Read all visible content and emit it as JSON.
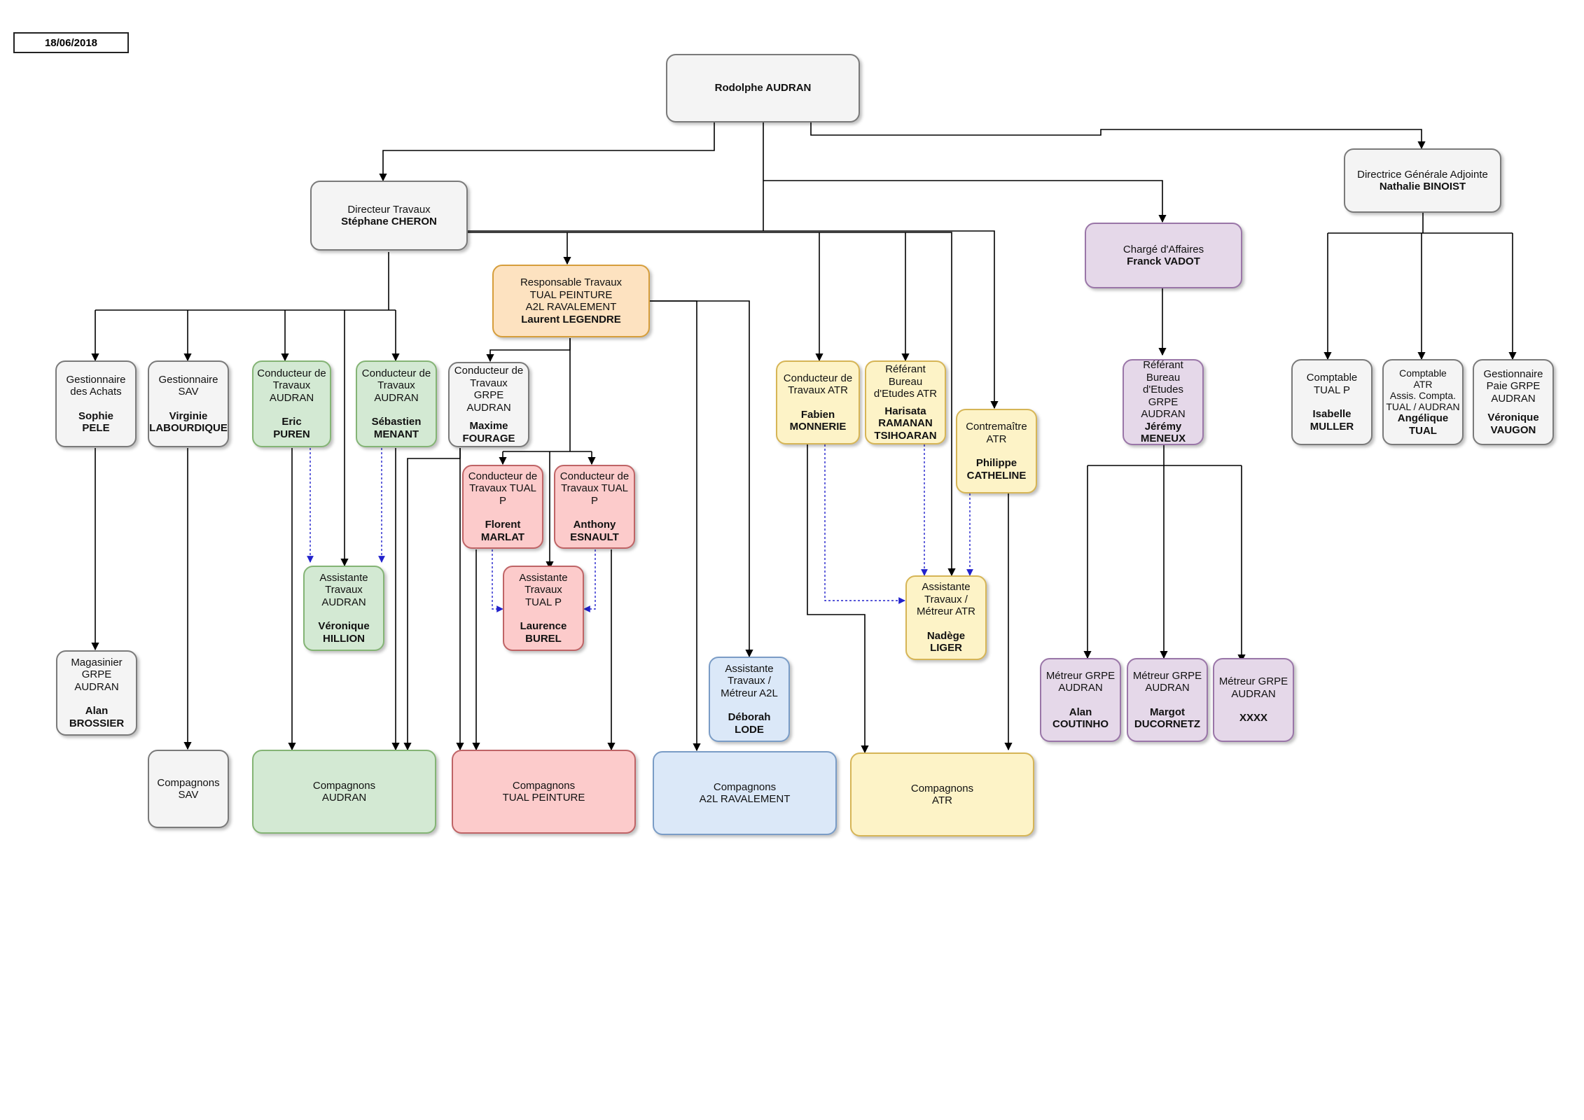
{
  "date": "18/06/2018",
  "nodes": {
    "ceo": {
      "role": "",
      "name": "Rodolphe AUDRAN"
    },
    "dir_travaux": {
      "role": "Directeur Travaux",
      "name": "Stéphane CHERON"
    },
    "dga": {
      "role": "Directrice Générale Adjointe",
      "name": "Nathalie BINOIST"
    },
    "charge_affaires": {
      "role": "Chargé d'Affaires",
      "name": "Franck VADOT"
    },
    "resp_travaux": {
      "role": "Responsable Travaux\nTUAL PEINTURE\nA2L RAVALEMENT",
      "name": "Laurent LEGENDRE"
    },
    "gest_achats": {
      "role": "Gestionnaire\ndes Achats",
      "name": "Sophie\nPELE"
    },
    "gest_sav": {
      "role": "Gestionnaire\nSAV",
      "name": "Virginie\nLABOURDIQUE"
    },
    "cond_eric": {
      "role": "Conducteur de\nTravaux\nAUDRAN",
      "name": "Eric\nPUREN"
    },
    "cond_sebastien": {
      "role": "Conducteur de\nTravaux\nAUDRAN",
      "name": "Sébastien\nMENANT"
    },
    "cond_maxime": {
      "role": "Conducteur de\nTravaux\nGRPE AUDRAN",
      "name": "Maxime\nFOURAGE"
    },
    "cond_florent": {
      "role": "Conducteur de\nTravaux TUAL P",
      "name": "Florent\nMARLAT"
    },
    "cond_anthony": {
      "role": "Conducteur de\nTravaux TUAL P",
      "name": "Anthony\nESNAULT"
    },
    "assist_audran": {
      "role": "Assistante\nTravaux\nAUDRAN",
      "name": "Véronique\nHILLION"
    },
    "assist_tual": {
      "role": "Assistante\nTravaux\nTUAL P",
      "name": "Laurence\nBUREL"
    },
    "assist_a2l": {
      "role": "Assistante\nTravaux /\nMétreur A2L",
      "name": "Déborah\nLODE"
    },
    "cond_fabien": {
      "role": "Conducteur de\nTravaux ATR",
      "name": "Fabien\nMONNERIE"
    },
    "referant_atr": {
      "role": "Référant Bureau\nd'Etudes ATR",
      "name": "Harisata\nRAMANAN\nTSIHOARAN"
    },
    "contremaitre": {
      "role": "Contremaître\nATR",
      "name": "Philippe\nCATHELINE"
    },
    "assist_atr": {
      "role": "Assistante\nTravaux /\nMétreur ATR",
      "name": "Nadège\nLIGER"
    },
    "referant_grpe": {
      "role": "Référant Bureau\nd'Etudes\nGRPE AUDRAN",
      "name": "Jérémy\nMENEUX"
    },
    "metreur_alan": {
      "role": "Métreur GRPE\nAUDRAN",
      "name": "Alan\nCOUTINHO"
    },
    "metreur_margot": {
      "role": "Métreur GRPE\nAUDRAN",
      "name": "Margot\nDUCORNETZ"
    },
    "metreur_xxxx": {
      "role": "Métreur GRPE\nAUDRAN",
      "name": "XXXX"
    },
    "comptable_tual": {
      "role": "Comptable\nTUAL P",
      "name": "Isabelle\nMULLER"
    },
    "comptable_atr": {
      "role": "Comptable\nATR\nAssis. Compta.\nTUAL / AUDRAN",
      "name": "Angélique\nTUAL"
    },
    "gest_paie": {
      "role": "Gestionnaire\nPaie GRPE\nAUDRAN",
      "name": "Véronique\nVAUGON"
    },
    "magasinier": {
      "role": "Magasinier\nGRPE AUDRAN",
      "name": "Alan\nBROSSIER"
    },
    "comp_sav": {
      "role": "Compagnons\nSAV",
      "name": ""
    },
    "comp_audran": {
      "role": "Compagnons\nAUDRAN",
      "name": ""
    },
    "comp_tual": {
      "role": "Compagnons\nTUAL PEINTURE",
      "name": ""
    },
    "comp_a2l": {
      "role": "Compagnons\nA2L RAVALEMENT",
      "name": ""
    },
    "comp_atr": {
      "role": "Compagnons\nATR",
      "name": ""
    }
  }
}
